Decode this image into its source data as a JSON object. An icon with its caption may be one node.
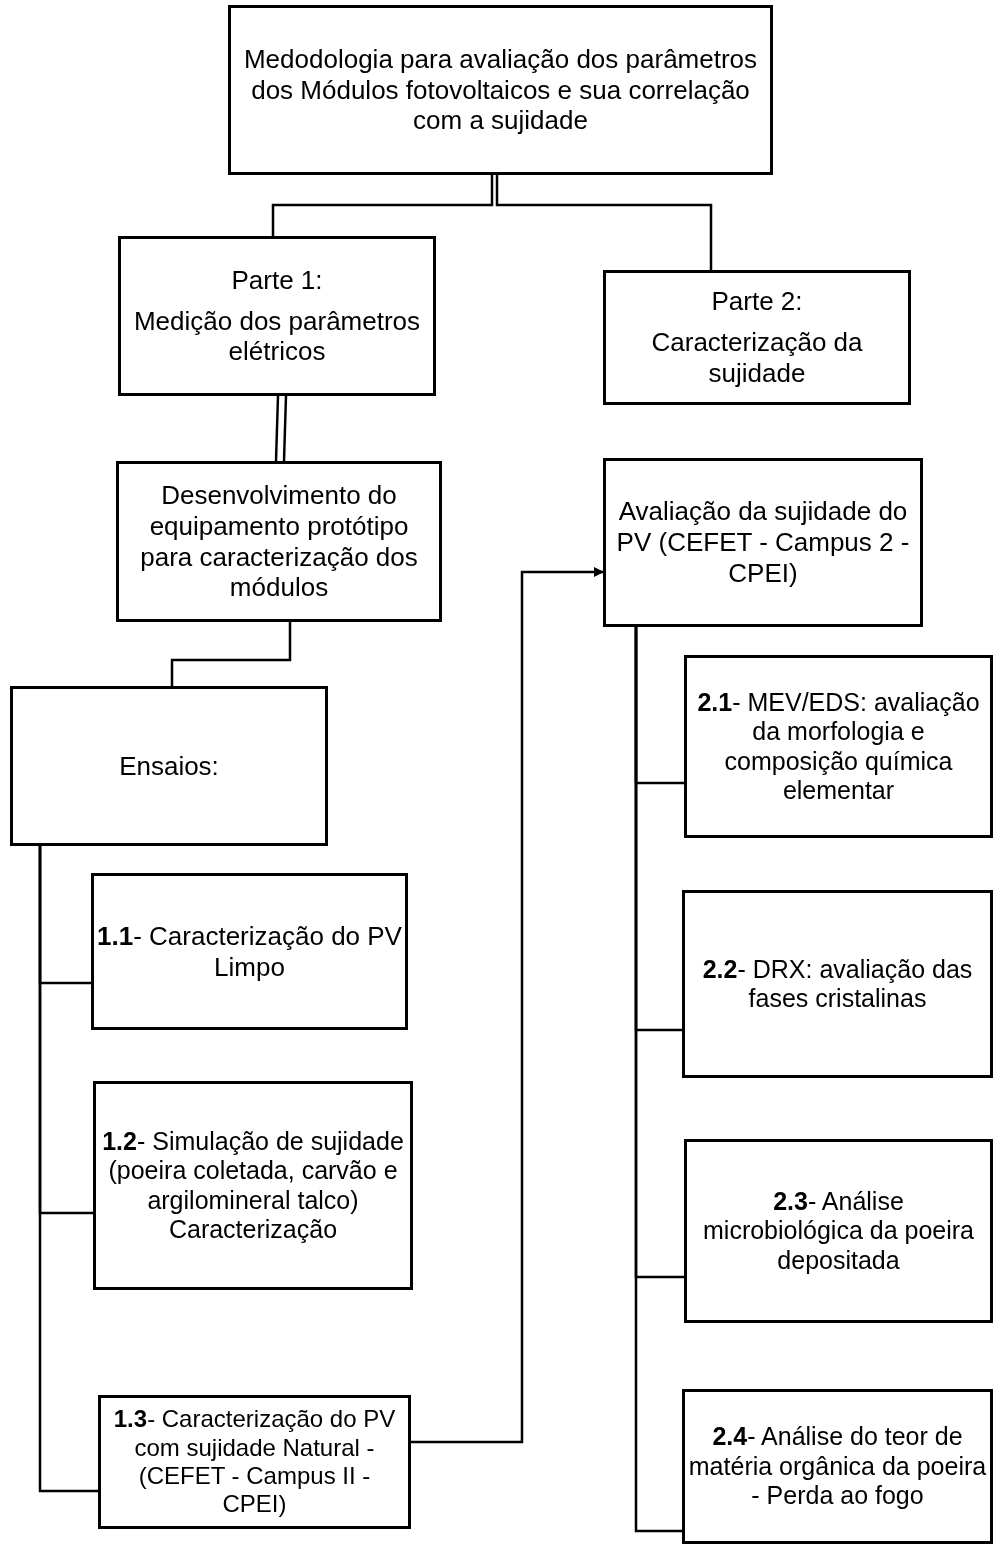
{
  "diagram": {
    "nodes": [
      {
        "text": [
          "Medodologia para  avaliação dos parâmetros dos Módulos fotovoltaicos e sua correlação com a  sujidade"
        ]
      },
      {
        "text": [
          "Parte 1:",
          "Medição dos parâmetros elétricos"
        ]
      },
      {
        "text": [
          "Parte 2:",
          "Caracterização da sujidade"
        ]
      },
      {
        "text": [
          "Desenvolvimento  do equipamento protótipo para caracterização dos módulos"
        ]
      },
      {
        "text": [
          "Avaliação da sujidade do PV (CEFET - Campus 2 - CPEI)"
        ]
      },
      {
        "text": [
          "Ensaios:"
        ]
      },
      {
        "text": [
          "**1.1**- Caracterização do PV Limpo"
        ]
      },
      {
        "text": [
          "**1.2**- Simulação de sujidade (poeira coletada, carvão e argilomineral talco) Caracterização"
        ]
      },
      {
        "text": [
          "**1.3**- Caracterização do PV com sujidade Natural - (CEFET - Campus II - CPEI)"
        ]
      },
      {
        "text": [
          "**2.1**- MEV/EDS: avaliação da morfologia e composição química elementar"
        ]
      },
      {
        "text": [
          "**2.2**- DRX: avaliação das fases cristalinas"
        ]
      },
      {
        "text": [
          "**2.3**- Análise microbiológica da poeira depositada"
        ]
      },
      {
        "text": [
          "**2.4**- Análise do teor de matéria orgânica da poeira - Perda ao fogo"
        ]
      }
    ],
    "edges": [
      {
        "from": 0,
        "to": 1,
        "arrow": "none"
      },
      {
        "from": 0,
        "to": 2,
        "arrow": "none"
      },
      {
        "from": 1,
        "to": 3,
        "arrow": "none"
      },
      {
        "from": 3,
        "to": 5,
        "arrow": "none"
      },
      {
        "from": 5,
        "to": 6,
        "arrow": "none"
      },
      {
        "from": 5,
        "to": 7,
        "arrow": "none"
      },
      {
        "from": 5,
        "to": 8,
        "arrow": "none"
      },
      {
        "from": 8,
        "to": 4,
        "arrow": "to"
      },
      {
        "from": 4,
        "to": 9,
        "arrow": "none"
      },
      {
        "from": 4,
        "to": 10,
        "arrow": "none"
      },
      {
        "from": 4,
        "to": 11,
        "arrow": "none"
      },
      {
        "from": 4,
        "to": 12,
        "arrow": "none"
      }
    ]
  }
}
